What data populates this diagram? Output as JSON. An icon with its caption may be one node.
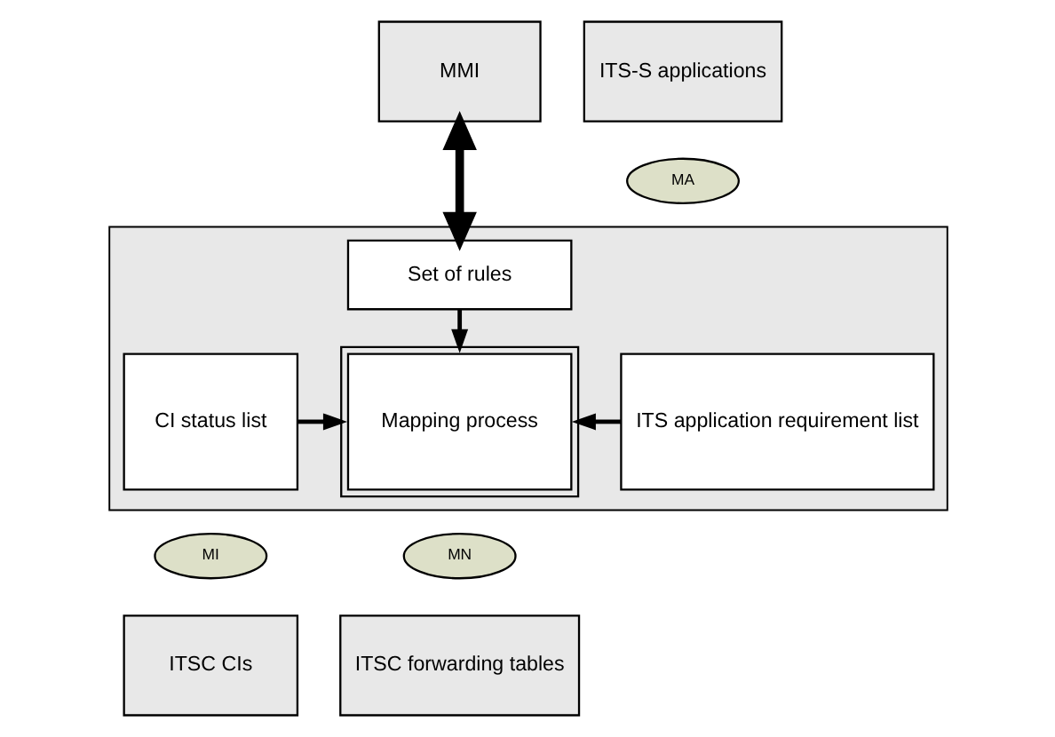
{
  "diagram": {
    "nodes": [
      {
        "text": [
          "MMI"
        ]
      },
      {
        "text": [
          "ITS-S applications"
        ]
      },
      {
        "text": [
          "MA"
        ]
      },
      {
        "text": [],
        "shape": "box"
      },
      {
        "text": [
          "Set of rules"
        ],
        "in": 3
      },
      {
        "text": [
          "CI status list"
        ],
        "in": 3
      },
      {
        "text": [
          "Mapping process"
        ],
        "in": 3
      },
      {
        "text": [
          "ITS application requirement list"
        ],
        "in": 3
      },
      {
        "text": [
          "MI"
        ]
      },
      {
        "text": [
          "MN"
        ]
      },
      {
        "text": [
          "ITSC CIs"
        ]
      },
      {
        "text": [
          "ITSC forwarding tables"
        ]
      }
    ],
    "edges": [
      {
        "from": 0,
        "to": 4,
        "arrow": "both",
        "style": "thick"
      },
      {
        "from": 4,
        "to": 6,
        "arrow": "to"
      },
      {
        "from": 5,
        "to": 6,
        "arrow": "to"
      },
      {
        "from": 7,
        "to": 6,
        "arrow": "to"
      }
    ]
  }
}
